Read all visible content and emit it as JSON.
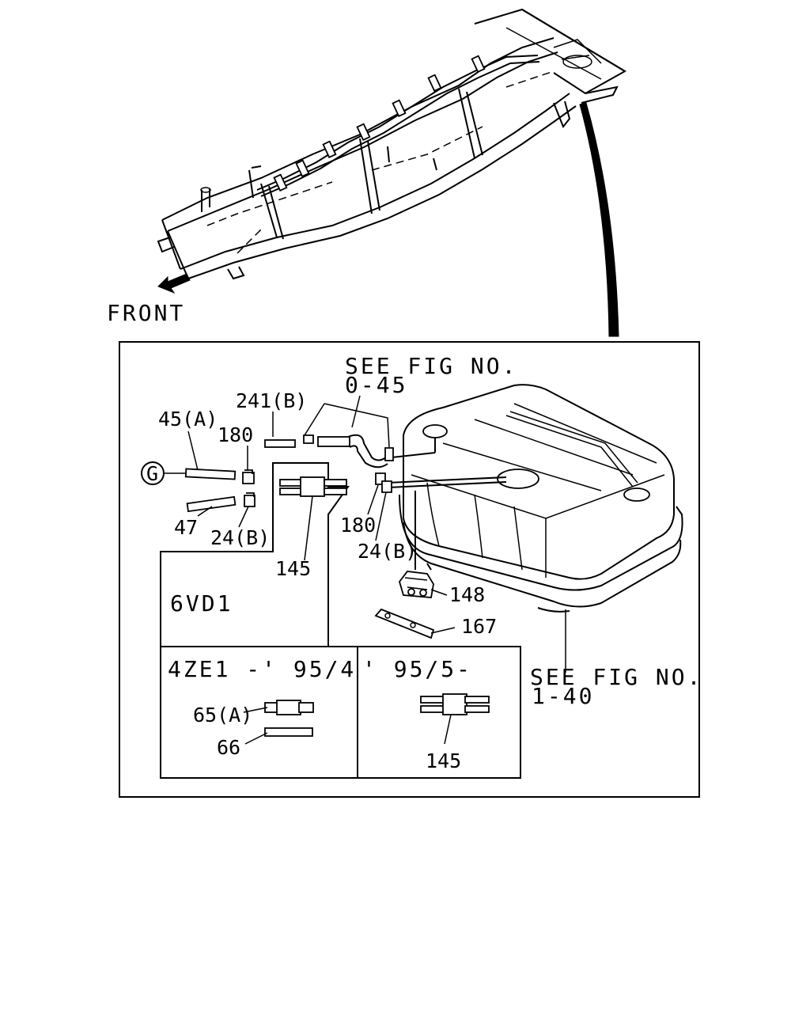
{
  "labels": {
    "front": "FRONT",
    "see_fig_top_1": "SEE FIG NO.",
    "see_fig_top_2": "0-45",
    "see_fig_right_1": "SEE FIG NO.",
    "see_fig_right_2": "1-40",
    "engine_6vd1": "6VD1",
    "variant_4ze1": "4ZE1 -' 95/4",
    "variant_95_5": "' 95/5-",
    "circle_g": "G"
  },
  "callouts": {
    "p241b": "241(B)",
    "p45a": "45(A)",
    "p180_left": "180",
    "p47": "47",
    "p24b_left": "24(B)",
    "p145_main": "145",
    "p180_right": "180",
    "p24b_right": "24(B)",
    "p148": "148",
    "p167": "167",
    "p65a": "65(A)",
    "p66": "66",
    "p145_lower": "145"
  }
}
